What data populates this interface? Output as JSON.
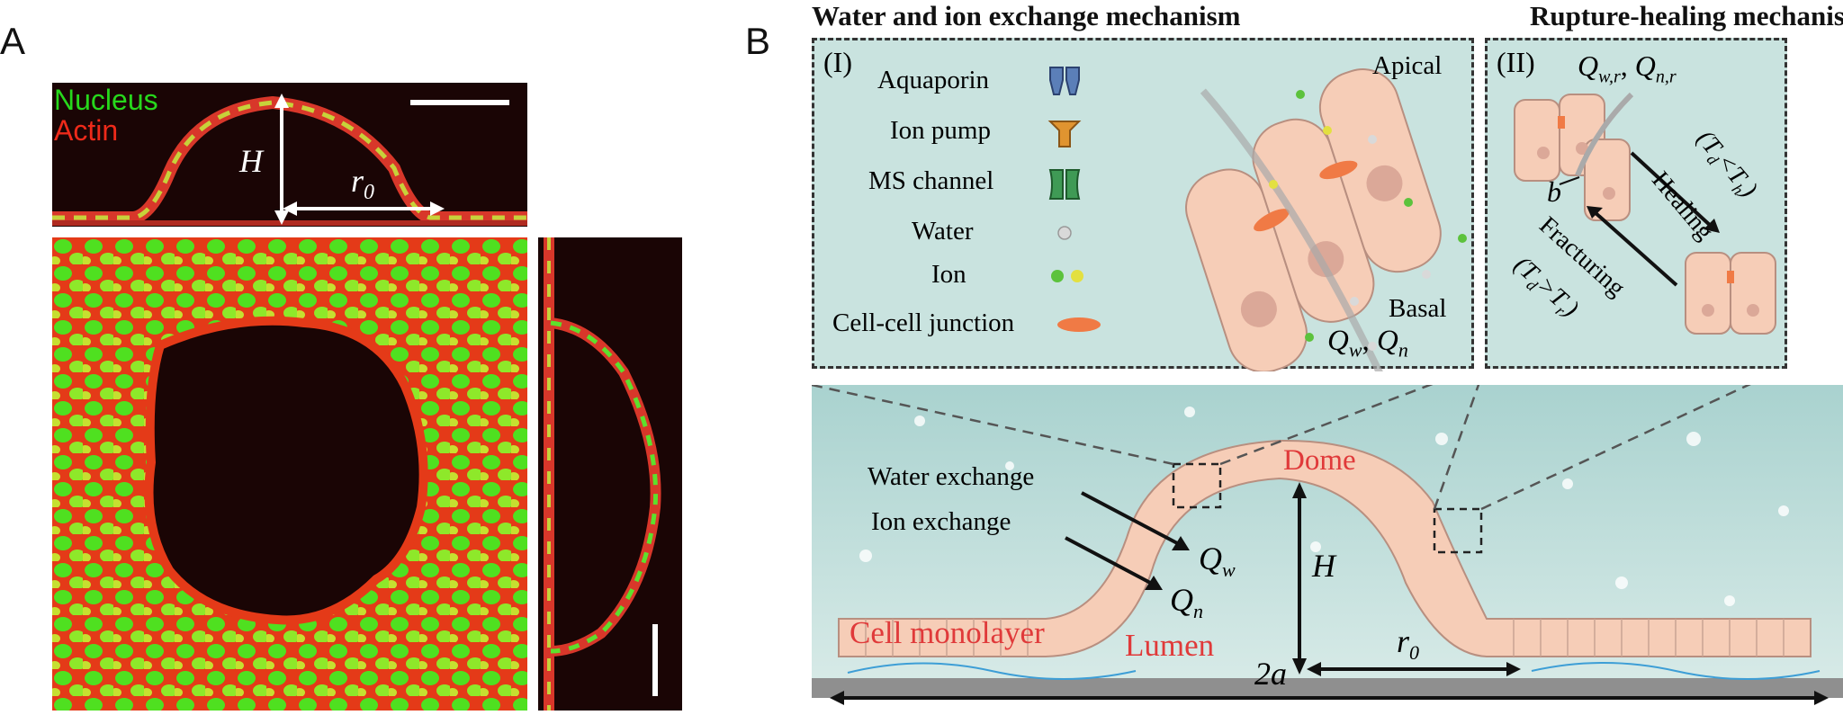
{
  "panel_a": {
    "letter": "A",
    "legend_nucleus": "Nucleus",
    "legend_actin": "Actin",
    "label_h": "H",
    "label_r0": "r",
    "label_r0_sub": "0",
    "colors": {
      "nucleus": "#27d81c",
      "actin": "#ee2a1a",
      "background": "#1a0505"
    }
  },
  "panel_b": {
    "letter": "B",
    "title_left": "Water and ion exchange mechanism",
    "title_right": "Rupture-healing mechanism",
    "box1": {
      "label": "(I)",
      "legend": [
        {
          "label": "Aquaporin",
          "icon": "aquaporin-icon"
        },
        {
          "label": "Ion pump",
          "icon": "ion-pump-icon"
        },
        {
          "label": "MS channel",
          "icon": "ms-channel-icon"
        },
        {
          "label": "Water",
          "icon": "water-icon"
        },
        {
          "label": "Ion",
          "icon": "ion-icon"
        },
        {
          "label": "Cell-cell junction",
          "icon": "junction-icon"
        }
      ],
      "apical": "Apical",
      "basal": "Basal",
      "q_w": "Q",
      "q_w_sub": "w",
      "comma": ",",
      "q_n": "Q",
      "q_n_sub": "n"
    },
    "box2": {
      "label": "(II)",
      "q_w_r": "Q",
      "q_w_r_sub": "w,r",
      "q_n_r": "Q",
      "q_n_r_sub": "n,r",
      "comma": ",",
      "healing": "Healing",
      "healing_cond": "(T",
      "healing_cond_sub1": "d",
      "healing_cond_mid": "<T",
      "healing_cond_sub2": "h",
      "healing_cond_end": ")",
      "fracturing": "Fracturing",
      "fracturing_cond": "(T",
      "fracturing_cond_sub1": "d",
      "fracturing_cond_mid": ">T",
      "fracturing_cond_sub2": "r",
      "fracturing_cond_end": ")",
      "b": "b"
    },
    "dome": {
      "dome": "Dome",
      "water_exchange": "Water exchange",
      "ion_exchange": "Ion exchange",
      "q_w": "Q",
      "q_w_sub": "w",
      "q_n": "Q",
      "q_n_sub": "n",
      "h": "H",
      "r0": "r",
      "r0_sub": "0",
      "two_a": "2a",
      "cell_monolayer": "Cell monolayer",
      "lumen": "Lumen"
    },
    "colors": {
      "medium": "#c9e3df",
      "cell": "#f6cdb7",
      "cell_edge": "#b88f80",
      "red_text": "#e03a3a",
      "aquaporin": "#5b7fb8",
      "ion_pump": "#e09430",
      "ms_channel": "#3f9a55",
      "junction": "#f07a45",
      "ion_green": "#5cc23c",
      "ion_yellow": "#e3e040"
    }
  }
}
